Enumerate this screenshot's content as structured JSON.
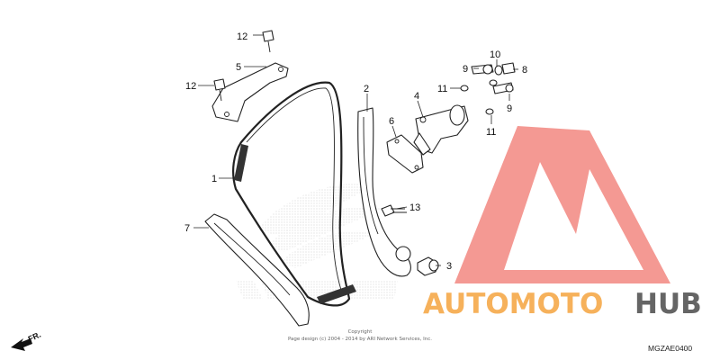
{
  "callouts": [
    "1",
    "2",
    "3",
    "4",
    "5",
    "6",
    "7",
    "8",
    "9",
    "9",
    "10",
    "11",
    "11",
    "12",
    "12",
    "13"
  ],
  "direction_label": "FR.",
  "watermark": {
    "brand_part1": "AUTOMOTO",
    "brand_part2": "HUB",
    "color_part1": "#f6a94a",
    "color_part2": "#555555",
    "logo_color": "#f2837b",
    "background_logo": "honda-wing-logo"
  },
  "copyright": {
    "line1": "Copyright",
    "line2": "Page design (c) 2004 - 2014 by ARI Network Services, Inc."
  },
  "diagram_code": "MGZAE0400",
  "icons": [
    "bolt-icon",
    "washer-icon",
    "gasket-icon",
    "arrow-fr-icon"
  ]
}
